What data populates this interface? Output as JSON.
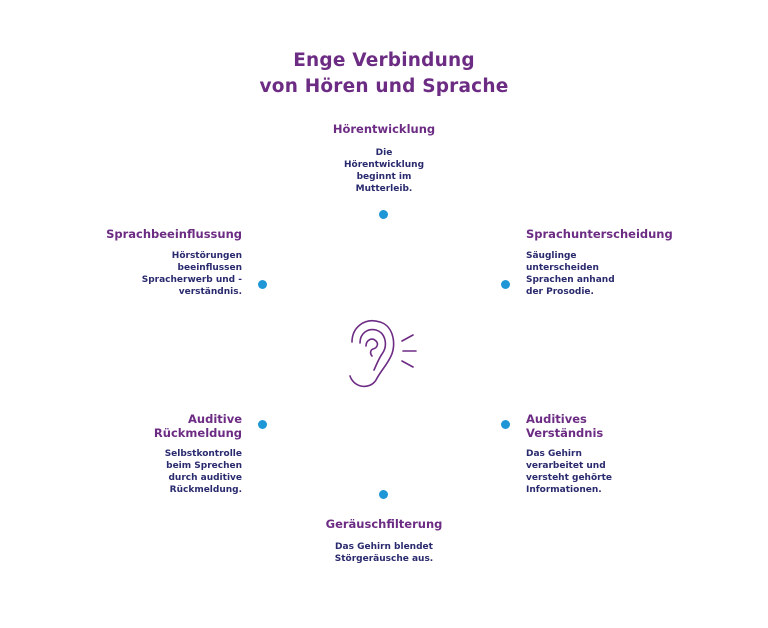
{
  "colors": {
    "title": "#6d2c84",
    "heading": "#6d2c84",
    "body": "#2a2a6e",
    "dot": "#1f96d6",
    "icon": "#6d2c84",
    "background": "#ffffff"
  },
  "title": {
    "line1": "Enge Verbindung",
    "line2": "von Hören und Sprache"
  },
  "icons": {
    "center": "ear-icon"
  },
  "nodes": {
    "top": {
      "heading": "Hörentwicklung",
      "body": [
        "Die",
        "Hörentwicklung",
        "beginnt im",
        "Mutterleib."
      ]
    },
    "upper_right": {
      "heading": "Sprachunterscheidung",
      "body": [
        "Säuglinge",
        "unterscheiden",
        "Sprachen anhand",
        "der Prosodie."
      ]
    },
    "lower_right": {
      "heading": [
        "Auditives",
        "Verständnis"
      ],
      "body": [
        "Das Gehirn",
        "verarbeitet und",
        "versteht gehörte",
        "Informationen."
      ]
    },
    "bottom": {
      "heading": "Geräuschfilterung",
      "body": [
        "Das Gehirn blendet",
        "Störgeräusche aus."
      ]
    },
    "lower_left": {
      "heading": [
        "Auditive",
        "Rückmeldung"
      ],
      "body": [
        "Selbstkontrolle",
        "beim Sprechen",
        "durch auditive",
        "Rückmeldung."
      ]
    },
    "upper_left": {
      "heading": "Sprachbeeinflussung",
      "body": [
        "Hörstörungen",
        "beeinflussen",
        "Spracherwerb und -",
        "verständnis."
      ]
    }
  }
}
